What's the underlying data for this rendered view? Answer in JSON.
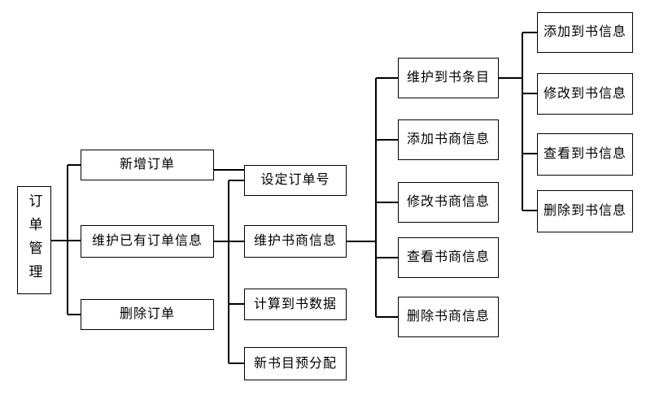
{
  "nodes": {
    "root": "订单管理",
    "l2": [
      "新增订单",
      "维护已有订单信息",
      "删除订单"
    ],
    "l3": [
      "设定订单号",
      "维护书商信息",
      "计算到书数据",
      "新书目预分配"
    ],
    "l4": [
      "维护到书条目",
      "添加书商信息",
      "修改书商信息",
      "查看书商信息",
      "删除书商信息"
    ],
    "l5": [
      "添加到书信息",
      "修改到书信息",
      "查看到书信息",
      "删除到书信息"
    ]
  },
  "hierarchy": {
    "订单管理": [
      "新增订单",
      "维护已有订单信息",
      "删除订单"
    ],
    "新增订单": [
      "设定订单号"
    ],
    "维护已有订单信息": [
      "设定订单号",
      "维护书商信息",
      "计算到书数据",
      "新书目预分配"
    ],
    "维护书商信息": [
      "维护到书条目",
      "添加书商信息",
      "修改书商信息",
      "查看书商信息",
      "删除书商信息"
    ],
    "维护到书条目": [
      "添加到书信息",
      "修改到书信息",
      "查看到书信息",
      "删除到书信息"
    ]
  },
  "style": {
    "line_color": "#000000",
    "box_background": "#ffffff",
    "text_color": "#000000"
  }
}
